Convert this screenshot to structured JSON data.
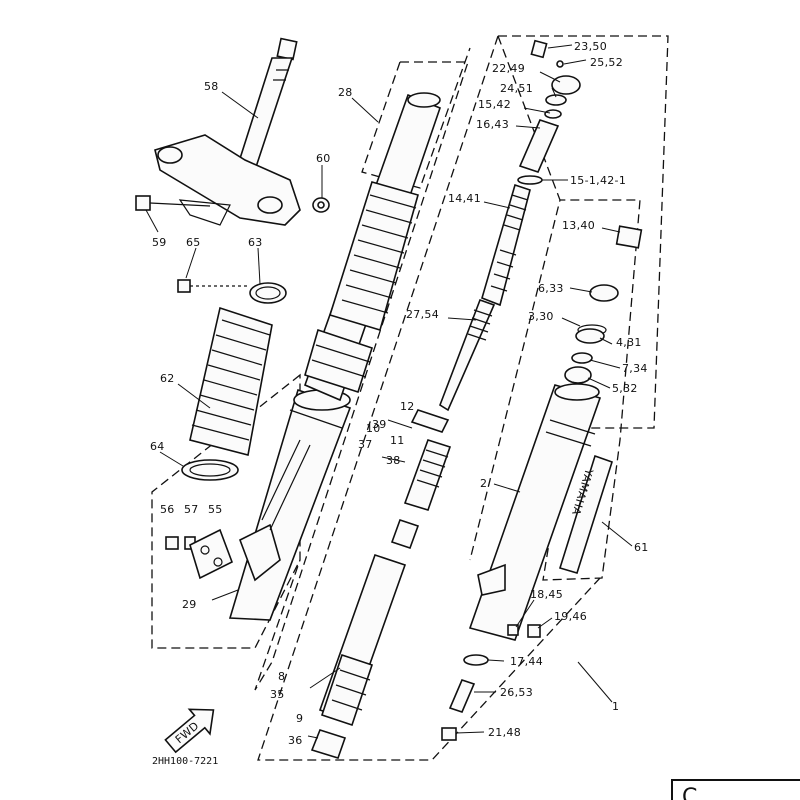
{
  "diagram_code": "2HH100-7221",
  "fwd_label": "FWD",
  "brand_decal": "YAMAHA",
  "corner_mark": "C",
  "callouts": {
    "c58": "58",
    "c60": "60",
    "c59": "59",
    "c65": "65",
    "c63": "63",
    "c62": "62",
    "c64": "64",
    "c56": "56",
    "c57": "57",
    "c55": "55",
    "c29": "29",
    "c28": "28",
    "c12": "12",
    "c39": "39",
    "c10": "10",
    "c11": "11",
    "c37": "37",
    "c38": "38",
    "c8": "8",
    "c35": "35",
    "c9": "9",
    "c36": "36",
    "c23_50": "23,50",
    "c25_52": "25,52",
    "c22_49": "22,49",
    "c24_51": "24,51",
    "c15_42": "15,42",
    "c16_43": "16,43",
    "c15_1_42_1": "15-1,42-1",
    "c14_41": "14,41",
    "c13_40": "13,40",
    "c27_54": "27,54",
    "c6_33": "6,33",
    "c3_30": "3,30",
    "c4_31": "4,31",
    "c7_34": "7,34",
    "c5_32": "5,32",
    "c2": "2",
    "c61": "61",
    "c18_45": "18,45",
    "c19_46": "19,46",
    "c17_44": "17,44",
    "c26_53": "26,53",
    "c21_48": "21,48",
    "c1": "1"
  }
}
